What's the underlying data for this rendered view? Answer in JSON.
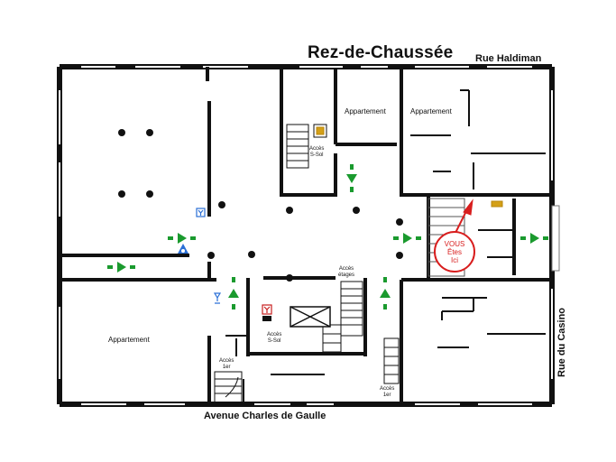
{
  "title": "Rez-de-Chaussée",
  "streets": {
    "top_right": "Rue Haldiman",
    "bottom": "Avenue Charles de Gaulle",
    "right": "Rue du Casino"
  },
  "rooms": {
    "appartement_top_1": "Appartement",
    "appartement_top_2": "Appartement",
    "appartement_left": "Appartement"
  },
  "access": {
    "ssol_top": [
      "Accès",
      "S-Sol"
    ],
    "etages": [
      "Accès",
      "étages"
    ],
    "ssol_center": [
      "Accès",
      "S-Sol"
    ],
    "first_left": [
      "Accès",
      "1er"
    ],
    "first_right": [
      "Accès",
      "1er"
    ]
  },
  "you_are_here": [
    "VOUS",
    "Êtes",
    "Ici"
  ],
  "colors": {
    "walls": "#111111",
    "exit_arrow": "#1a9a2e",
    "you_are_here": "#d81e1e",
    "wc_icon": "#2a6fd6",
    "elevator_icon": "#c81e1e"
  },
  "icons": {
    "wc_top": "wc-icon",
    "wc_bottom": "wc-icon",
    "accessible": "wheelchair-icon",
    "elevator": "elevator-icon",
    "lift": "lift-icon"
  }
}
